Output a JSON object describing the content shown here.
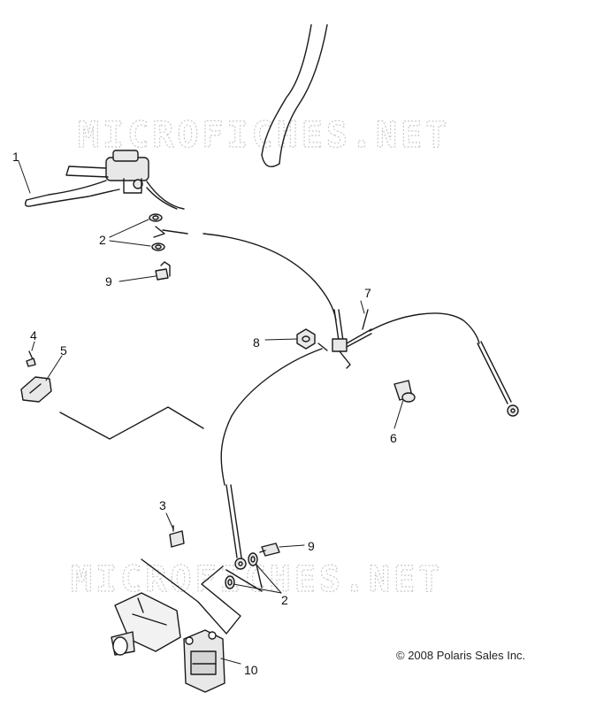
{
  "watermark": "MICROFICHES.NET",
  "copyright": "© 2008 Polaris Sales Inc.",
  "callouts": {
    "c1": "1",
    "c2a": "2",
    "c2b": "2",
    "c3": "3",
    "c4": "4",
    "c5": "5",
    "c6": "6",
    "c7": "7",
    "c8": "8",
    "c9a": "9",
    "c9b": "9",
    "c10": "10"
  },
  "colors": {
    "line": "#1a1a1a",
    "watermark": "#c9c9c9",
    "part_fill": "#e8e8e8"
  }
}
